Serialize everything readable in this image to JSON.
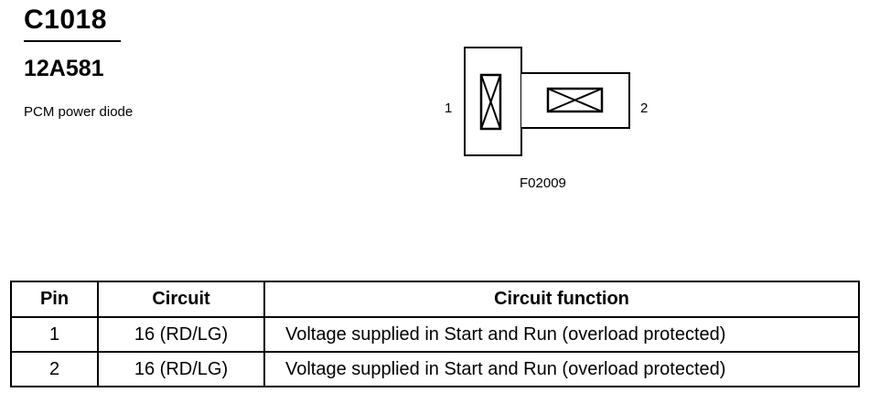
{
  "header": {
    "connector_id": "C1018",
    "part_number": "12A581",
    "description": "PCM power diode"
  },
  "diagram": {
    "pin_left_label": "1",
    "pin_right_label": "2",
    "figure_code": "F02009"
  },
  "table": {
    "columns": [
      "Pin",
      "Circuit",
      "Circuit function"
    ],
    "rows": [
      {
        "pin": "1",
        "circuit": "16 (RD/LG)",
        "function": "Voltage supplied in Start and Run (overload protected)"
      },
      {
        "pin": "2",
        "circuit": "16 (RD/LG)",
        "function": "Voltage supplied in Start and Run (overload protected)"
      }
    ]
  }
}
